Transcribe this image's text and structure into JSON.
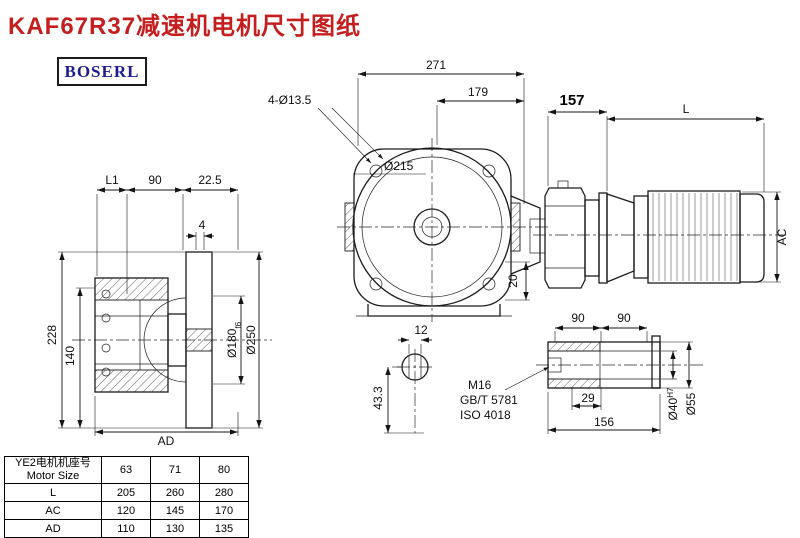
{
  "page": {
    "title": "KAF67R37减速机电机尺寸图纸",
    "brand": "BOSERL"
  },
  "colors": {
    "title_red": "#c41e1e",
    "brand_blue": "#1c1c8f",
    "line": "#1c1c1c"
  },
  "dims": {
    "front": {
      "total_width": "271",
      "inner_width": "179",
      "bolt_holes": "4-Ø13.5",
      "flange_dia": "Ø215",
      "depth": "20"
    },
    "motor": {
      "gear_len": "157",
      "motor_len": "L",
      "motor_ac": "AC"
    },
    "side": {
      "l1": "L1",
      "top_90": "90",
      "top_22_5": "22.5",
      "gap_4": "4",
      "h_228": "228",
      "h_140": "140",
      "spigot_dia": "Ø180",
      "spigot_tol": "f6",
      "flange_dia": "Ø250",
      "ad": "AD"
    },
    "key": {
      "width": "12",
      "height": "43.3"
    },
    "shaft": {
      "span_a": "90",
      "span_b": "90",
      "thread": "M16",
      "std_gb": "GB/T 5781",
      "std_iso": "ISO 4018",
      "key_len": "29",
      "total_len": "156",
      "bore": "Ø40",
      "bore_tol": "H7",
      "outer_dia": "Ø55"
    }
  },
  "table": {
    "header": {
      "cn": "YE2电机机座号",
      "en": "Motor Size"
    },
    "columns": [
      "63",
      "71",
      "80"
    ],
    "rows": [
      {
        "label": "L",
        "values": [
          "205",
          "260",
          "280"
        ]
      },
      {
        "label": "AC",
        "values": [
          "120",
          "145",
          "170"
        ]
      },
      {
        "label": "AD",
        "values": [
          "110",
          "130",
          "135"
        ]
      }
    ]
  }
}
